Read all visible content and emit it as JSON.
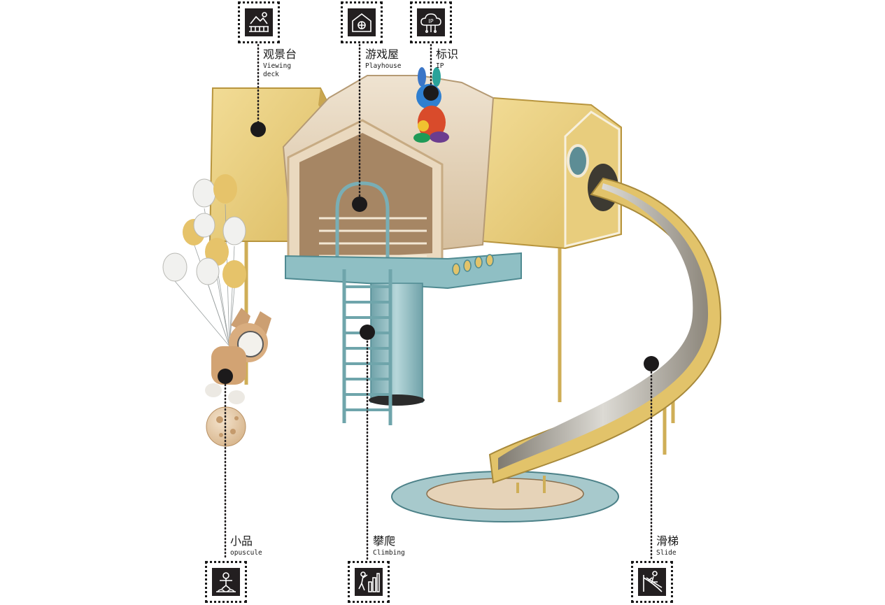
{
  "features": {
    "deck": {
      "zh": "观景台",
      "en": "Viewing deck",
      "icon": "viewing-deck-icon"
    },
    "playhouse": {
      "zh": "游戏屋",
      "en": "Playhouse",
      "icon": "house-ball-icon"
    },
    "ip": {
      "zh": "标识",
      "en": "IP",
      "icon": "ip-cloud-icon"
    },
    "opuscule": {
      "zh": "小品",
      "en": "opuscule",
      "icon": "astronaut-icon"
    },
    "climbing": {
      "zh": "攀爬",
      "en": "Climbing",
      "icon": "climber-icon"
    },
    "slide": {
      "zh": "滑梯",
      "en": "Slide",
      "icon": "slide-icon"
    }
  },
  "colors": {
    "yellow": "#e9cf7f",
    "yellow_dark": "#cfae57",
    "teal": "#86b7bd",
    "wood": "#d9c2a2",
    "ink": "#231f20"
  }
}
